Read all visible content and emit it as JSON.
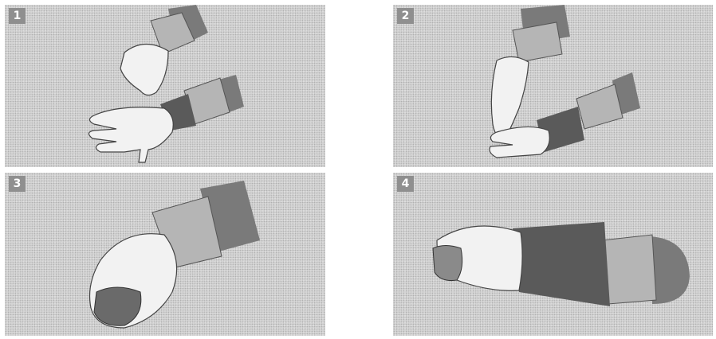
{
  "panels": [
    {
      "number": "1"
    },
    {
      "number": "2"
    },
    {
      "number": "3"
    },
    {
      "number": "4"
    }
  ],
  "colors": {
    "panel_background": "#d8d8d8",
    "badge": "#8f8f8f",
    "glove": "#f2f2f2",
    "cuff": "#b5b5b5",
    "sleeve": "#7a7a7a",
    "dark_sleeve": "#5a5a5a"
  }
}
